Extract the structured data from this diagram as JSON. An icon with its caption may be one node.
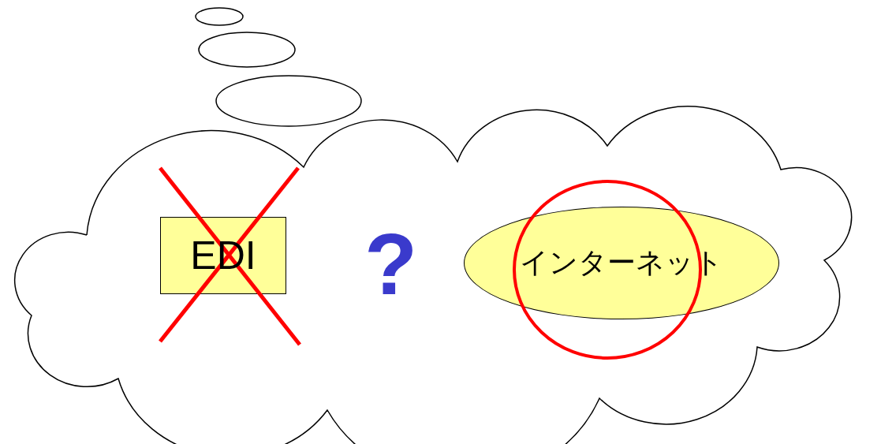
{
  "diagram": {
    "nodes": [
      {
        "text": [],
        "shape": "cloud"
      },
      {
        "text": [
          "EDI"
        ],
        "in": 0
      },
      {
        "text": [
          "インターネット"
        ],
        "in": 0
      }
    ],
    "labels": [
      "?"
    ]
  }
}
